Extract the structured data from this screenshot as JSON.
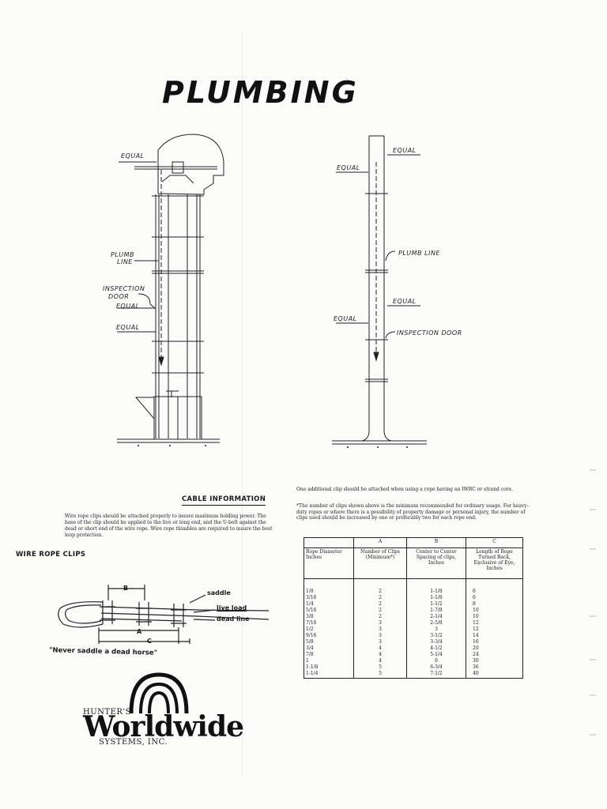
{
  "title": "PLUMBING",
  "left_diagram": {
    "labels": {
      "equal_top": "EQUAL",
      "plumb_line": [
        "PLUMB",
        "LINE"
      ],
      "inspection_door": [
        "INSPECTION",
        "DOOR"
      ],
      "equal_mid": "EQUAL",
      "equal_low": "EQUAL"
    }
  },
  "right_diagram": {
    "labels": {
      "equal_top_right": "EQUAL",
      "equal_top_left": "EQUAL",
      "plumb_line": "PLUMB LINE",
      "equal_mid_right": "EQUAL",
      "equal_mid_left": "EQUAL",
      "inspection_door": "INSPECTION DOOR"
    }
  },
  "cable_info": {
    "heading": "CABLE INFORMATION",
    "text": "Wire rope clips should be attached properly to insure maximum holding power. The base of the clip should be applied to the live or long end, and the U-bolt against the dead or short end of the wire rope. Wire rope thimbles are required to insure the best loop protection."
  },
  "wire_rope_clips": {
    "heading": "WIRE ROPE CLIPS",
    "labels": {
      "b": "B",
      "a": "A",
      "c": "C",
      "saddle": "saddle",
      "live_load": "live load",
      "dead_line": "dead line"
    },
    "quote": "\"Never saddle a dead horse\""
  },
  "notes": {
    "note1": "One additional clip should be attached when using a rope having an IWRC or strand core.",
    "note2": "*The number of clips shown above is the minimum recommended for ordinary usage. For heavy-duty ropes or where there is a possibility of property damage or personal injury, the number of clips used should be increased by one or preferably two for each rope end."
  },
  "table": {
    "letters": [
      "",
      "A",
      "B",
      "C"
    ],
    "headers": [
      "Rope Diameter Inches",
      "Number of Clips (Minimum*)",
      "Center to Center Spacing of clips, Inches",
      "Length of Rope Turned Back, Exclusive of Eye, Inches"
    ],
    "rows": [
      [
        "1/8",
        "2",
        "1-1/8",
        "6"
      ],
      [
        "3/16",
        "2",
        "1-1/8",
        "6"
      ],
      [
        "1/4",
        "2",
        "1-1/2",
        "8"
      ],
      [
        "5/16",
        "2",
        "1-7/8",
        "10"
      ],
      [
        "3/8",
        "2",
        "2-1/4",
        "10"
      ],
      [
        "7/16",
        "3",
        "2-5/8",
        "12"
      ],
      [
        "1/2",
        "3",
        "3",
        "12"
      ],
      [
        "9/16",
        "3",
        "3-1/2",
        "14"
      ],
      [
        "5/8",
        "3",
        "3-3/4",
        "16"
      ],
      [
        "3/4",
        "4",
        "4-1/2",
        "20"
      ],
      [
        "7/8",
        "4",
        "5-1/4",
        "24"
      ],
      [
        "1",
        "4",
        "6",
        "30"
      ],
      [
        "1-1/8",
        "5",
        "6-3/4",
        "36"
      ],
      [
        "1-1/4",
        "5",
        "7-1/2",
        "40"
      ]
    ]
  },
  "logo": {
    "line1": "HUNTER'S",
    "line2": "Worldwide",
    "line3": "SYSTEMS, INC."
  }
}
